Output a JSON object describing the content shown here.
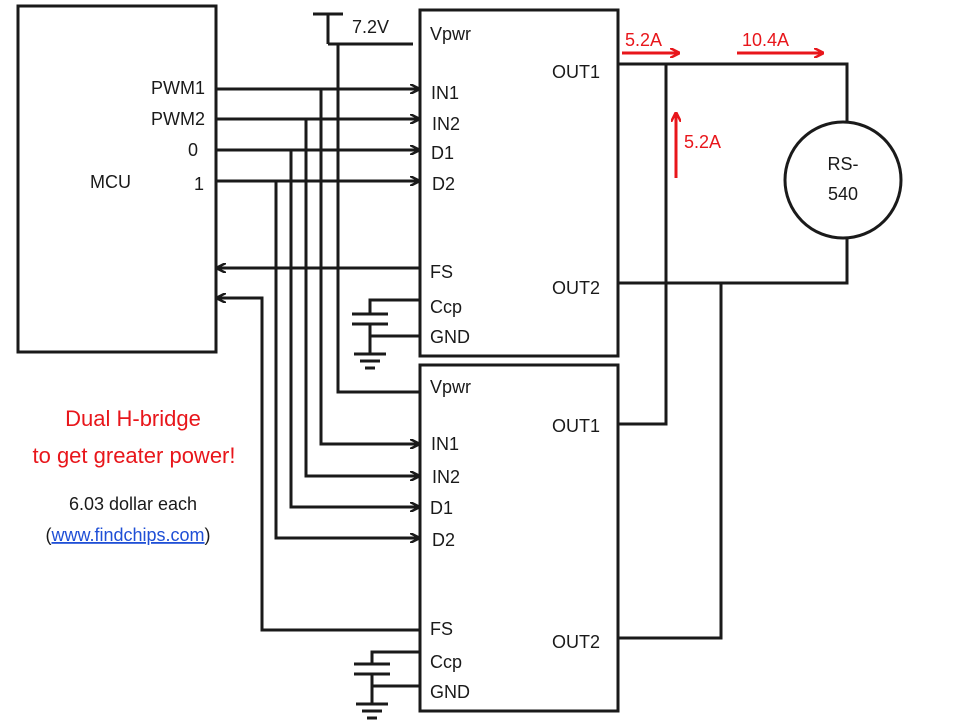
{
  "mcu": {
    "name": "MCU",
    "pins": [
      "PWM1",
      "PWM2",
      "0",
      "1"
    ]
  },
  "supply": {
    "label": "7.2V"
  },
  "driver_top": {
    "vpwr": "Vpwr",
    "in1": "IN1",
    "in2": "IN2",
    "d1": "D1",
    "d2": "D2",
    "fs": "FS",
    "ccp": "Ccp",
    "gnd": "GND",
    "out1": "OUT1",
    "out2": "OUT2"
  },
  "driver_bottom": {
    "vpwr": "Vpwr",
    "in1": "IN1",
    "in2": "IN2",
    "d1": "D1",
    "d2": "D2",
    "fs": "FS",
    "ccp": "Ccp",
    "gnd": "GND",
    "out1": "OUT1",
    "out2": "OUT2"
  },
  "motor": {
    "line1": "RS-",
    "line2": "540"
  },
  "currents": {
    "top_out": "5.2A",
    "total": "10.4A",
    "bottom_out": "5.2A"
  },
  "note": {
    "line1": "Dual H-bridge",
    "line2": "to get greater power!",
    "price": "6.03 dollar each",
    "link_open": "(",
    "link": "www.findchips.com",
    "link_close": ")"
  },
  "colors": {
    "accent": "#e8161b",
    "line": "#1a1a1a",
    "link": "#1f4fd6"
  }
}
